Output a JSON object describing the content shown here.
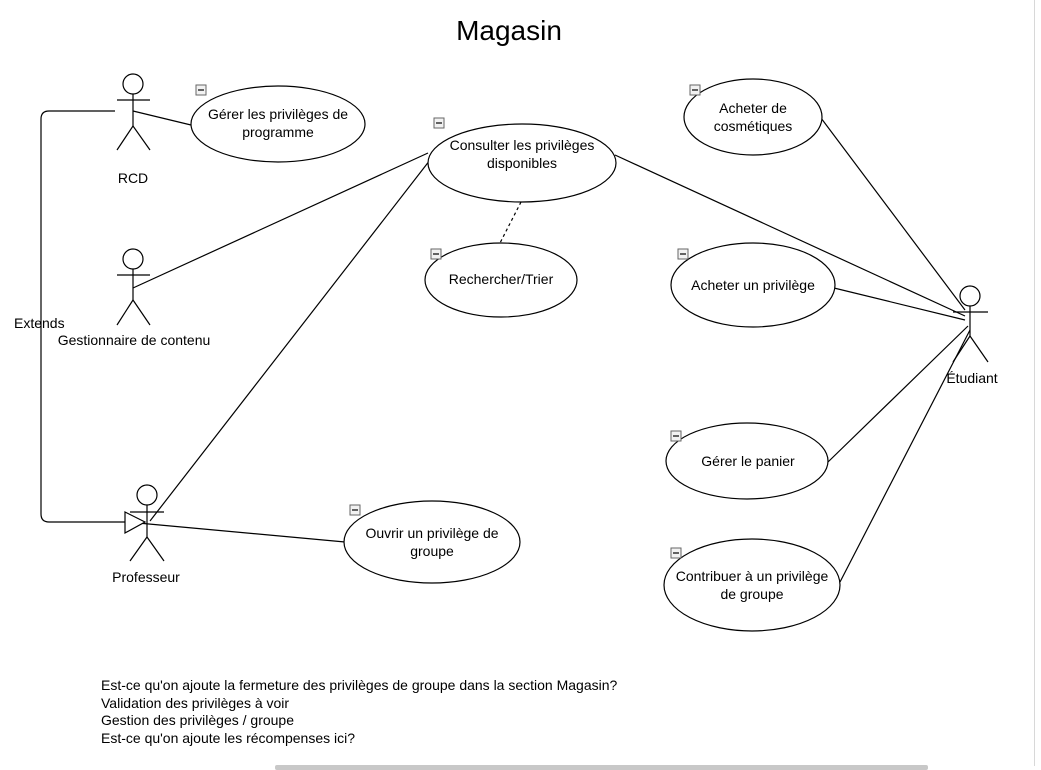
{
  "title": "Magasin",
  "actors": {
    "rcd": "RCD",
    "gestionnaire": "Gestionnaire de contenu",
    "professeur": "Professeur",
    "etudiant": "Étudiant"
  },
  "use_cases": {
    "gerer_privileges_programme": [
      "Gérer les privilèges de",
      "programme"
    ],
    "consulter_privileges": [
      "Consulter les privilèges",
      "disponibles"
    ],
    "rechercher_trier": [
      "Rechercher/Trier"
    ],
    "ouvrir_privilege_groupe": [
      "Ouvrir un privilège de",
      "groupe"
    ],
    "acheter_cosmetiques": [
      "Acheter de",
      "cosmétiques"
    ],
    "acheter_privilege": [
      "Acheter un privilège"
    ],
    "gerer_panier": [
      "Gérer le panier"
    ],
    "contribuer_privilege_groupe": [
      "Contribuer à un privilège",
      "de groupe"
    ]
  },
  "relation_labels": {
    "extends": "Extends"
  },
  "notes": [
    "Est-ce qu'on ajoute la fermeture des privilèges de groupe dans la section Magasin?",
    "Validation des privilèges à voir",
    "Gestion des privilèges / groupe",
    "Est-ce qu'on ajoute les récompenses ici?"
  ]
}
